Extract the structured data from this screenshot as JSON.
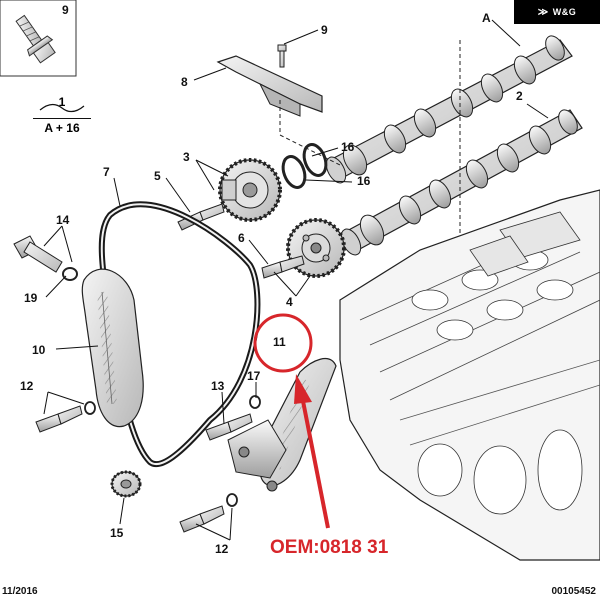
{
  "brand": {
    "logo_text": "W&G",
    "logo_mark": "wings"
  },
  "oem_label": "OEM:0818 31",
  "footer": {
    "date": "11/2016",
    "ref": "00105452"
  },
  "legend": {
    "number": "1",
    "formula": "A + 16"
  },
  "callouts": {
    "n9_top": "9",
    "n9_bolt": "9",
    "nA": "A",
    "n8": "8",
    "n2": "2",
    "n3": "3",
    "n16a": "16",
    "n16b": "16",
    "n5": "5",
    "n7": "7",
    "n6": "6",
    "n14": "14",
    "n4": "4",
    "n19": "19",
    "n11": "11",
    "n10": "10",
    "n12a": "12",
    "n13": "13",
    "n17": "17",
    "n15": "15",
    "n12b": "12"
  },
  "colors": {
    "highlight": "#d7262b",
    "line": "#1a1a1a",
    "part_fill": "#e9e9e9",
    "part_shade": "#bdbdbd"
  }
}
